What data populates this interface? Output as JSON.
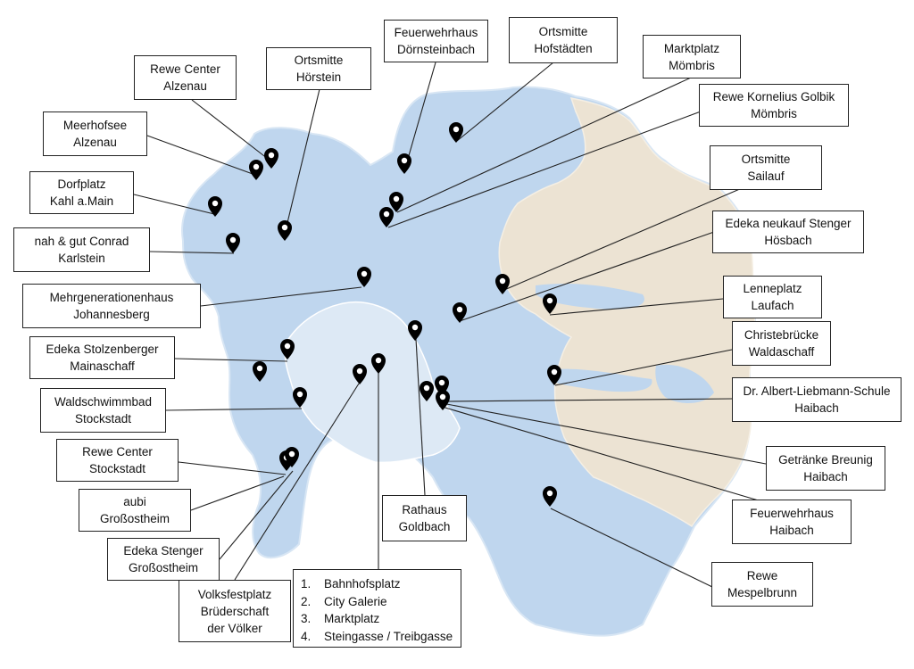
{
  "colors": {
    "district_fill": "#bfd6ee",
    "district_border": "#d8e6f4",
    "city_fill": "#dde9f5",
    "spessart_fill": "#ece3d3",
    "marker": "#000000",
    "leader": "#222222"
  },
  "markers": [
    {
      "name": "Feuerwehrhaus Dörnsteinbach",
      "line1": "Feuerwehrhaus",
      "line2": "Dörnsteinbach"
    },
    {
      "name": "Ortsmitte Hofstädten",
      "line1": "Ortsmitte",
      "line2": "Hofstädten"
    },
    {
      "name": "Marktplatz Mömbris",
      "line1": "Marktplatz",
      "line2": "Mömbris"
    },
    {
      "name": "Rewe Kornelius Golbik Mömbris",
      "line1": "Rewe Kornelius Golbik",
      "line2": "Mömbris"
    },
    {
      "name": "Ortsmitte Sailauf",
      "line1": "Ortsmitte",
      "line2": "Sailauf"
    },
    {
      "name": "Edeka neukauf Stenger Hösbach",
      "line1": "Edeka neukauf Stenger",
      "line2": "Hösbach"
    },
    {
      "name": "Lenneplatz Laufach",
      "line1": "Lenneplatz",
      "line2": "Laufach"
    },
    {
      "name": "Christebrücke Waldaschaff",
      "line1": "Christebrücke",
      "line2": "Waldaschaff"
    },
    {
      "name": "Dr. Albert-Liebmann-Schule Haibach",
      "line1": "Dr. Albert-Liebmann-Schule",
      "line2": "Haibach"
    },
    {
      "name": "Getränke Breunig Haibach",
      "line1": "Getränke Breunig",
      "line2": "Haibach"
    },
    {
      "name": "Feuerwehrhaus Haibach",
      "line1": "Feuerwehrhaus",
      "line2": "Haibach"
    },
    {
      "name": "Rewe Mespelbrunn",
      "line1": "Rewe",
      "line2": "Mespelbrunn"
    },
    {
      "name": "Ortsmitte Hörstein",
      "line1": "Ortsmitte",
      "line2": "Hörstein"
    },
    {
      "name": "Rewe Center Alzenau",
      "line1": "Rewe Center",
      "line2": "Alzenau"
    },
    {
      "name": "Meerhofsee Alzenau",
      "line1": "Meerhofsee",
      "line2": "Alzenau"
    },
    {
      "name": "Dorfplatz Kahl a.Main",
      "line1": "Dorfplatz",
      "line2": "Kahl a.Main"
    },
    {
      "name": "nah & gut Conrad Karlstein",
      "line1": "nah & gut Conrad",
      "line2": "Karlstein"
    },
    {
      "name": "Mehrgenerationenhaus Johannesberg",
      "line1": "Mehrgenerationenhaus",
      "line2": "Johannesberg"
    },
    {
      "name": "Edeka Stolzenberger Mainaschaff",
      "line1": "Edeka Stolzenberger",
      "line2": "Mainaschaff"
    },
    {
      "name": "Waldschwimmbad Stockstadt",
      "line1": "Waldschwimmbad",
      "line2": "Stockstadt"
    },
    {
      "name": "Rewe Center Stockstadt",
      "line1": "Rewe Center",
      "line2": "Stockstadt"
    },
    {
      "name": "aubi Großostheim",
      "line1": "aubi",
      "line2": "Großostheim"
    },
    {
      "name": "Edeka Stenger Großostheim",
      "line1": "Edeka Stenger",
      "line2": "Großostheim"
    },
    {
      "name": "Volksfestplatz Brüderschaft der Völker",
      "line1": "Volksfestplatz",
      "line2": "Brüderschaft",
      "line3": "der Völker"
    },
    {
      "name": "Rathaus Goldbach",
      "line1": "Rathaus",
      "line2": "Goldbach"
    }
  ],
  "aschaffenburg_list": [
    {
      "num": "1.",
      "text": "Bahnhofsplatz"
    },
    {
      "num": "2.",
      "text": "City Galerie"
    },
    {
      "num": "3.",
      "text": "Marktplatz"
    },
    {
      "num": "4.",
      "text": "Steingasse / Treibgasse"
    }
  ]
}
